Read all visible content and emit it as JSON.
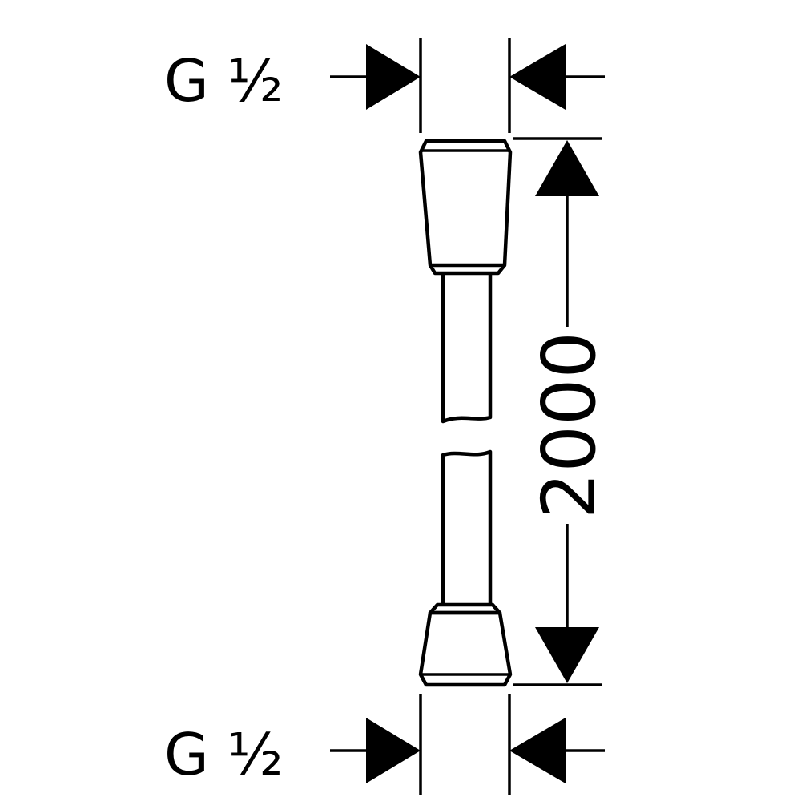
{
  "drawing": {
    "top_thread_label": "G ½",
    "bottom_thread_label": "G ½",
    "length_dimension": "2000",
    "line_color": "#000000",
    "background_color": "#ffffff"
  }
}
